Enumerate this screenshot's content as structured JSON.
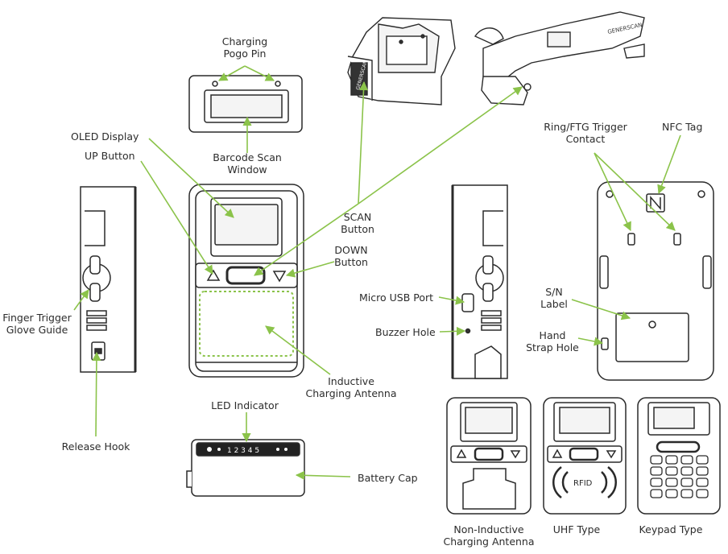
{
  "colors": {
    "accent": "#8bc34a",
    "outline": "#2a2a2a",
    "fill": "#ffffff"
  },
  "labels": {
    "charging_pogo_pin": "Charging\nPogo Pin",
    "barcode_scan_window": "Barcode Scan\nWindow",
    "oled_display": "OLED Display",
    "up_button": "UP Button",
    "scan_button": "SCAN\nButton",
    "down_button": "DOWN\nButton",
    "finger_trigger_glove_guide": "Finger Trigger\nGlove Guide",
    "release_hook": "Release Hook",
    "inductive_charging_antenna": "Inductive\nCharging Antenna",
    "led_indicator": "LED Indicator",
    "battery_cap": "Battery Cap",
    "micro_usb_port": "Micro USB Port",
    "buzzer_hole": "Buzzer Hole",
    "ring_ftg_trigger_contact": "Ring/FTG Trigger\nContact",
    "nfc_tag": "NFC Tag",
    "sn_label": "S/N\nLabel",
    "hand_strap_hole": "Hand\nStrap Hole",
    "non_inductive_charging_antenna": "Non-Inductive\nCharging Antenna",
    "uhf_type": "UHF Type",
    "keypad_type": "Keypad Type"
  },
  "device_text": {
    "led_numbers": "1 2 3 4 5",
    "rfid": "RFID",
    "bracket_brand": "GENERSCAN"
  },
  "icons": [
    "up-arrow-icon",
    "down-arrow-icon",
    "nfc-icon",
    "rfid-icon"
  ]
}
